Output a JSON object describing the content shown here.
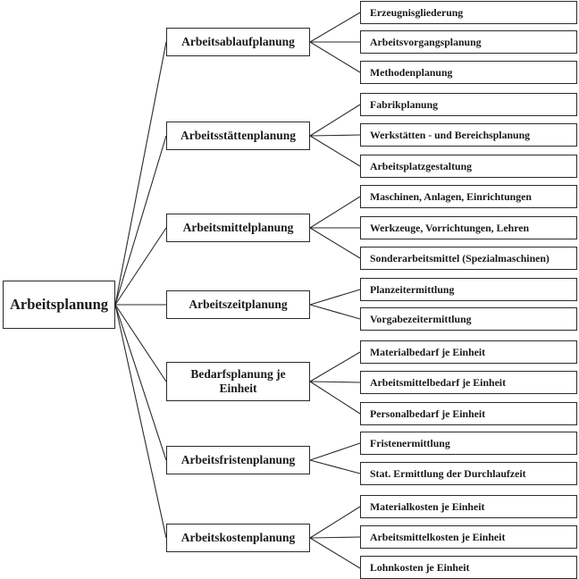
{
  "root": "Arbeitsplanung",
  "groups": [
    {
      "label": "Arbeitsablaufplanung",
      "items": [
        "Erzeugnisgliederung",
        "Arbeitsvorgangsplanung",
        "Methodenplanung"
      ]
    },
    {
      "label": "Arbeitsstättenplanung",
      "items": [
        "Fabrikplanung",
        "Werkstätten - und Bereichsplanung",
        "Arbeitsplatzgestaltung"
      ]
    },
    {
      "label": "Arbeitsmittelplanung",
      "items": [
        "Maschinen, Anlagen, Einrichtungen",
        "Werkzeuge, Vorrichtungen, Lehren",
        "Sonderarbeitsmittel (Spezialmaschinen)"
      ]
    },
    {
      "label": "Arbeitszeitplanung",
      "items": [
        "Planzeitermittlung",
        "Vorgabezeitermittlung"
      ]
    },
    {
      "label": "Bedarfsplanung je Einheit",
      "items": [
        "Materialbedarf je Einheit",
        "Arbeitsmittelbedarf je Einheit",
        "Personalbedarf je Einheit"
      ]
    },
    {
      "label": "Arbeitsfristenplanung",
      "items": [
        "Fristenermittlung",
        "Stat. Ermittlung der Durchlaufzeit"
      ]
    },
    {
      "label": "Arbeitskostenplanung",
      "items": [
        "Materialkosten je Einheit",
        "Arbeitsmittelkosten je Einheit",
        "Lohnkosten je Einheit"
      ]
    }
  ]
}
